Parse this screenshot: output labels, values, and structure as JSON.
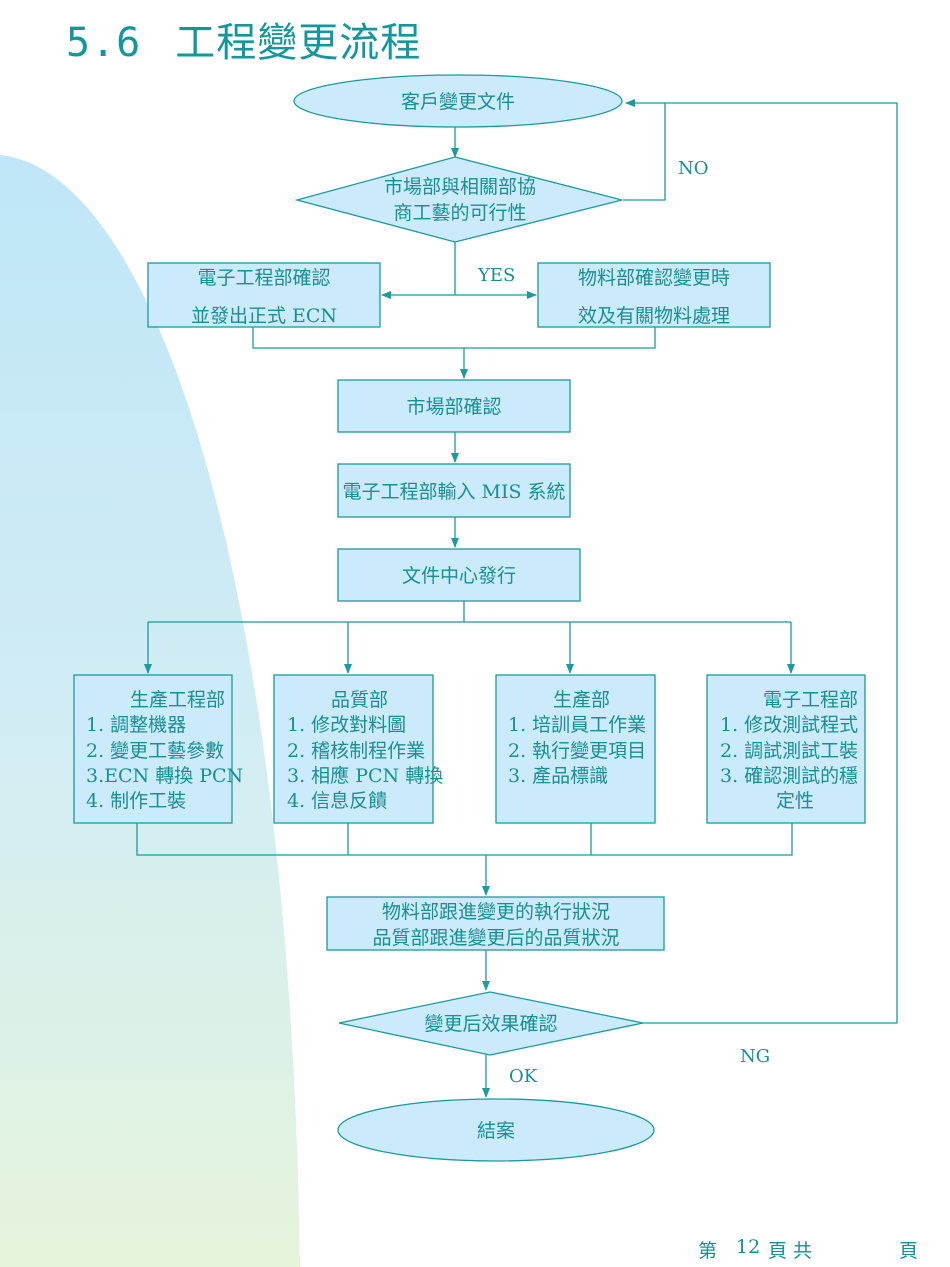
{
  "slide": {
    "number": "5.6",
    "title": "工程變更流程"
  },
  "nodes": {
    "start": "客戶變更文件",
    "negotiate": [
      "市場部與相關部協",
      "商工藝的可行性"
    ],
    "eng_confirm": [
      "電子工程部確認",
      "並發出正式 ECN"
    ],
    "material_confirm": [
      "物料部確認變更時",
      "效及有關物料處理"
    ],
    "market_confirm": "市場部確認",
    "mis_input": "電子工程部輸入 MIS 系統",
    "doc_release": "文件中心發行",
    "dept_prod_eng": [
      "生產工程部",
      "1. 調整機器",
      "2. 變更工藝參數",
      "3.ECN 轉換 PCN",
      "4. 制作工裝"
    ],
    "dept_quality": [
      "品質部",
      "1. 修改對料圖",
      "2. 稽核制程作業",
      "3. 相應 PCN 轉換",
      "4. 信息反饋"
    ],
    "dept_production": [
      "生產部",
      "1. 培訓員工作業",
      "2. 執行變更項目",
      "3. 產品標識"
    ],
    "dept_electronic": [
      "電子工程部",
      "1. 修改測試程式",
      "2. 調試測試工裝",
      "3. 確認測試的穩",
      "定性"
    ],
    "follow_up": [
      "物料部跟進變更的執行狀況",
      "品質部跟進變更后的品質狀況"
    ],
    "effect_confirm": "變更后效果確認",
    "end": "結案"
  },
  "edge_labels": {
    "no": "NO",
    "yes": "YES",
    "ng": "NG",
    "ok": "OK"
  },
  "footer": {
    "prefix": "第",
    "page": "12",
    "mid": "頁 共",
    "suffix": "頁"
  },
  "colors": {
    "accent": "#13979a",
    "node_fill": "#cbeafb",
    "node_stroke": "#1c9a9c"
  }
}
